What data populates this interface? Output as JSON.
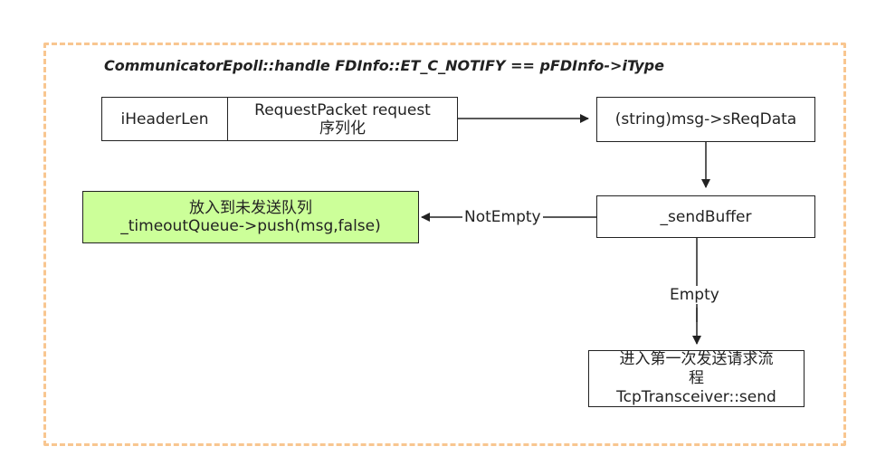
{
  "title": "CommunicatorEpoll::handle  FDInfo::ET_C_NOTIFY == pFDInfo->iType",
  "nodes": {
    "header_len": "iHeaderLen",
    "request_packet_line1": "RequestPacket  request",
    "request_packet_line2": "序列化",
    "msg_data": "(string)msg->sReqData",
    "send_buffer": "_sendBuffer",
    "timeout_line1": "放入到未发送队列",
    "timeout_line2": "_timeoutQueue->push(msg,false)",
    "first_send_line1": "进入第一次发送请求流",
    "first_send_line2": "程",
    "first_send_line3": "TcpTransceiver::send"
  },
  "edges": {
    "not_empty": "NotEmpty",
    "empty": "Empty"
  },
  "colors": {
    "frame": "#f8c690",
    "highlight": "#ccff99",
    "stroke": "#222222"
  }
}
